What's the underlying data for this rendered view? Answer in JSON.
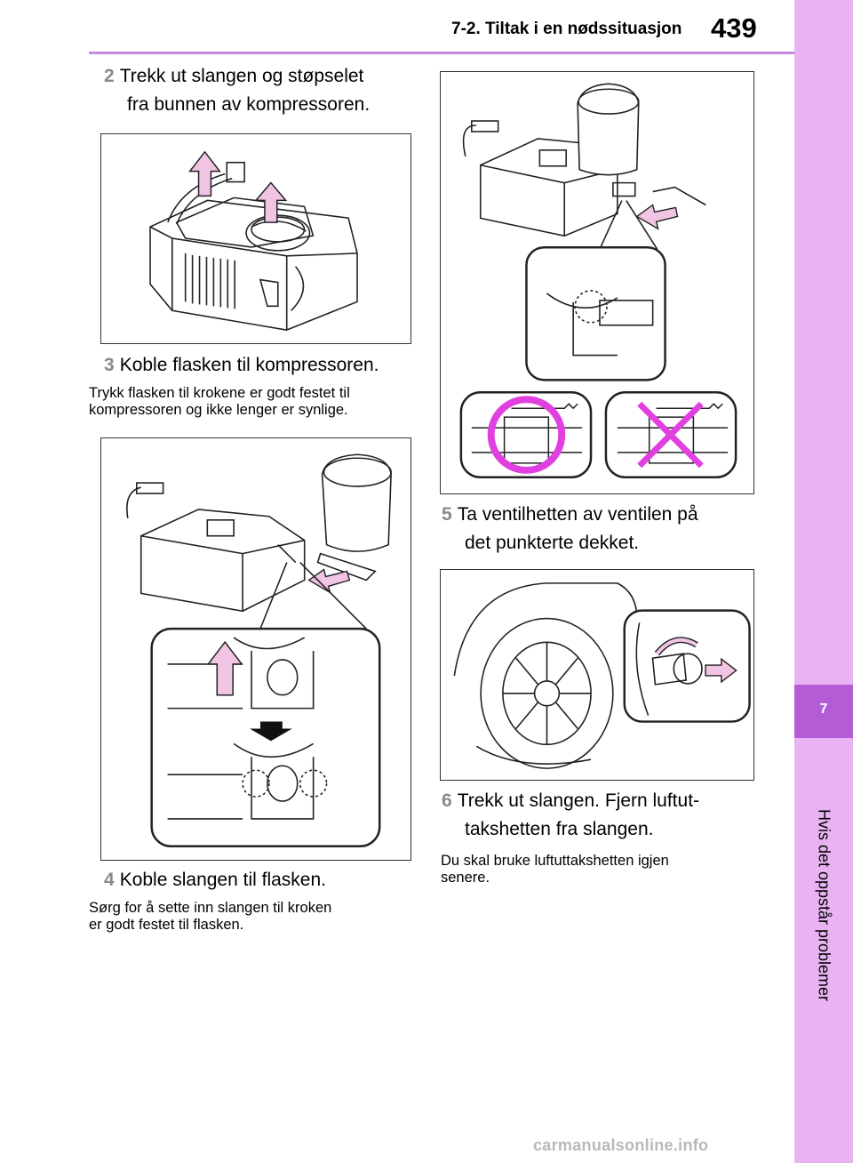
{
  "header": {
    "section_title": "7-2. Tiltak i en nødssituasjon",
    "page_number": "439"
  },
  "side_tab": {
    "chapter_number": "7",
    "chapter_label": "Hvis det oppstår problemer"
  },
  "steps": [
    {
      "num": "2",
      "line1": "Trekk ut slangen og støpselet",
      "line2": "fra bunnen av kompressoren."
    },
    {
      "num": "3",
      "line1": "Koble flasken til kompressoren."
    },
    {
      "num": "4",
      "line1": "Koble slangen til flasken."
    },
    {
      "num": "5",
      "line1": "Ta ventilhetten av ventilen på",
      "line2": "det punkterte dekket."
    },
    {
      "num": "6",
      "line1": "Trekk ut slangen. Fjern luftut-",
      "line2": "takshetten fra slangen."
    }
  ],
  "notes": {
    "step3_line1": "Trykk flasken til krokene er godt festet til",
    "step3_line2": "kompressoren og ikke lenger er synlige.",
    "step4_line1": "Sørg for å sette inn slangen til kroken",
    "step4_line2": "er godt festet til flasken.",
    "step6_line1": "Du skal bruke luftuttakshetten igjen",
    "step6_line2": "senere."
  },
  "footer": {
    "watermark": "carmanualsonline.info"
  },
  "colors": {
    "accent_pink": "#e9b3f3",
    "accent_purple": "#b45bd6",
    "arrow_fill": "#f2c4e4",
    "correct_circle": "#e040e0"
  }
}
